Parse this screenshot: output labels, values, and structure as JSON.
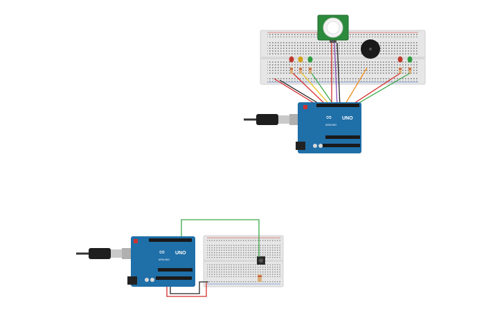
{
  "circuit_top": {
    "arduino": {
      "logo": "∞",
      "model": "UNO",
      "brand": "ARDUINO"
    },
    "components": [
      "pir-sensor",
      "piezo-buzzer",
      "leds",
      "resistors",
      "breadboard"
    ],
    "wire_colors": {
      "red": "#d62a2a",
      "black": "#222222",
      "yellow": "#e8c21a",
      "orange": "#f08a1a",
      "green": "#3aa84a",
      "purple": "#8b4bb8",
      "blue": "#3a6fd8"
    }
  },
  "circuit_bottom": {
    "arduino": {
      "logo": "∞",
      "model": "UNO",
      "brand": "ARDUINO"
    },
    "components": [
      "pushbutton",
      "resistor",
      "breadboard"
    ]
  },
  "colors": {
    "board": "#1f6fa8",
    "board_dark": "#175a8a",
    "breadboard": "#e6e6e6",
    "pir": "#2c8a3c"
  }
}
